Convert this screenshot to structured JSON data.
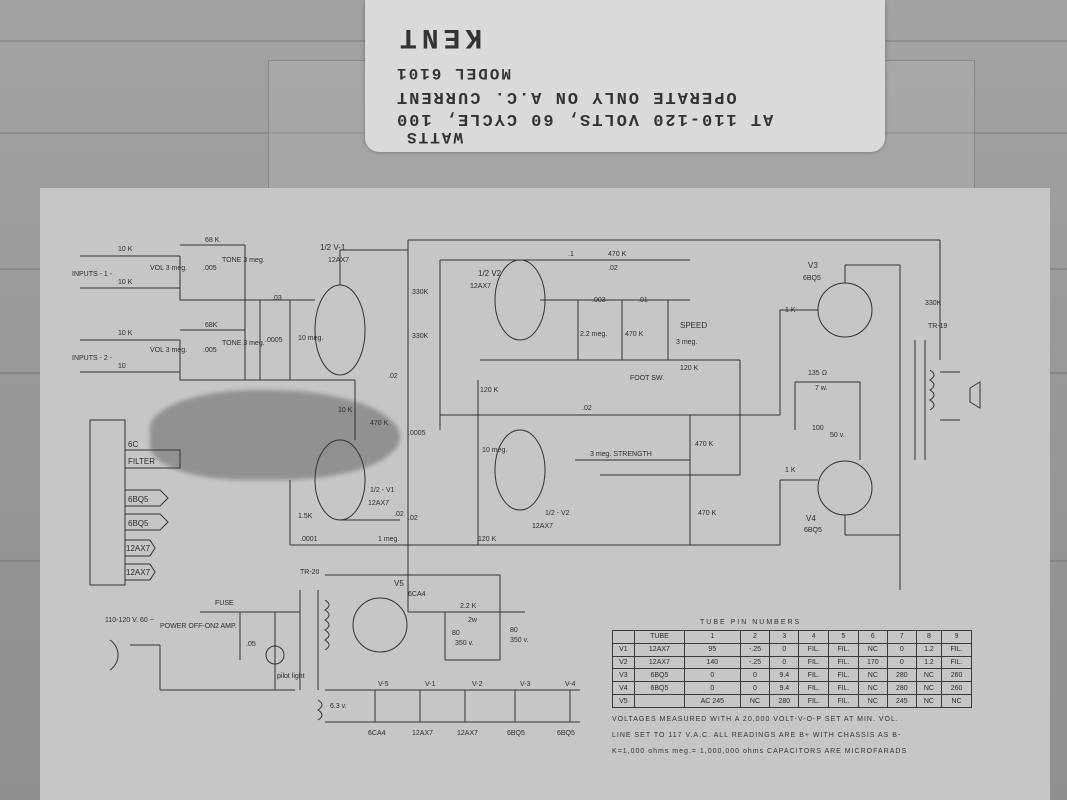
{
  "label_card": {
    "brand": "KENT",
    "model": "MODEL 6101",
    "line1": "OPERATE ONLY ON A.C. CURRENT",
    "line2": "AT 110-120 VOLTS, 60 CYCLE, 100",
    "line3": "WATTS"
  },
  "inputs": {
    "input1": "INPUTS - 1 -",
    "input2": "INPUTS - 2 -",
    "vol1": "VOL 3 meg.",
    "vol2": "VOL 3 meg.",
    "tone1": "TONE 3 meg.",
    "tone2": "TONE 3 meg.",
    "r10k_a": "10 K",
    "r10k_b": "10 K",
    "r10k_c": "10 K",
    "r10k_d": "10",
    "r68k_a": "68 K",
    "r68k_b": "68K",
    "c005_a": ".005",
    "c005_b": ".005"
  },
  "v1": {
    "label": "1/2 V-1",
    "type": "12AX7",
    "label_b": "1/2 - V1",
    "type_b": "12AX7",
    "c03": ".03",
    "c0005": ".0005",
    "r10meg": "10 meg.",
    "r10k": "10 K",
    "r470k": "470 K",
    "c02a": ".02",
    "c02b": ".02",
    "c0005b": ".0005",
    "r15k": "1.5K",
    "c0001": ".0001",
    "r1meg": "1 meg."
  },
  "v2": {
    "label": "1/2 V2",
    "type": "12AX7",
    "label_b": "1/2 - V2",
    "type_b": "12AX7",
    "r330k_a": "330K",
    "r330k_b": "330K",
    "r120k_a": "120 K",
    "r10meg": "10 meg.",
    "r120k_b": "120 K",
    "c02": ".02",
    "c02b": ".02",
    "c1": ".1",
    "c02c": ".02",
    "r470k_top": "470 K",
    "c003": ".003",
    "c01": ".01",
    "r22meg": "2.2 meg.",
    "r470k": "470 K",
    "speed": "SPEED",
    "speed_val": "3 meg.",
    "r120k_c": "120 K",
    "foot": "FOOT SW.",
    "strength": "3 meg. STRENGTH",
    "r470k_b": "470 K",
    "r470k_c": "470 K"
  },
  "output": {
    "v3": "V3",
    "v3_type": "6BQ5",
    "v4": "V4",
    "v4_type": "6BQ5",
    "r1k_a": "1 K",
    "r1k_b": "1 K",
    "r135": "135 Ω",
    "r135w": "7 w.",
    "c100": "100",
    "c100v": "50 v.",
    "tr19": "TR-19",
    "r330k": "330K"
  },
  "tube_panel": {
    "items": [
      "6C",
      "FILTER",
      "6BQ5",
      "6BQ5",
      "12AX7",
      "12AX7"
    ]
  },
  "power": {
    "mains": "110-120 V. 60 ~",
    "switch": "POWER OFF-ON",
    "fuse": "FUSE",
    "fuse_val": "2 AMP.",
    "c05": ".05",
    "pilot": "pilot light",
    "tr20": "TR-20",
    "v5": "V5",
    "v5_type": "6CA4",
    "r22k": "2.2 K",
    "r2w": "2w",
    "c80a": "80",
    "c80av": "350 v.",
    "c80b": "80",
    "c80bv": "350 v.",
    "v63": "6.3 v.",
    "heaters": [
      "V-5",
      "V-1",
      "V-2",
      "V-3",
      "V-4"
    ],
    "heater_types": [
      "6CA4",
      "12AX7",
      "12AX7",
      "6BQ5",
      "6BQ5"
    ]
  },
  "pin_table": {
    "title": "TUBE PIN NUMBERS",
    "header": [
      "",
      "TUBE",
      "1",
      "2",
      "3",
      "4",
      "5",
      "6",
      "7",
      "8",
      "9"
    ],
    "rows": [
      [
        "V1",
        "12AX7",
        "95",
        "-.25",
        "0",
        "FIL.",
        "FIL.",
        "NC",
        "0",
        "1.2",
        "FIL."
      ],
      [
        "V2",
        "12AX7",
        "140",
        "-.25",
        "0",
        "FIL.",
        "FIL.",
        "170",
        "0",
        "1.2",
        "FIL."
      ],
      [
        "V3",
        "6BQ5",
        "0",
        "0",
        "9.4",
        "FIL.",
        "FIL.",
        "NC",
        "280",
        "NC",
        "260"
      ],
      [
        "V4",
        "6BQ5",
        "0",
        "0",
        "9.4",
        "FIL.",
        "FIL.",
        "NC",
        "280",
        "NC",
        "260"
      ],
      [
        "V5",
        "",
        "AC 245",
        "NC",
        "280",
        "FIL.",
        "FIL.",
        "NC",
        "245",
        "NC",
        "NC"
      ]
    ]
  },
  "notes": {
    "line1": "VOLTAGES MEASURED WITH A 20,000 VOLT-V-O-P SET AT MIN. VOL.",
    "line2": "LINE SET TO 117 V.A.C. ALL READINGS ARE B+ WITH CHASSIS AS B-",
    "line3": "K=1,000 ohms meg.= 1,000,000 ohms CAPACITORS ARE MICROFARADS"
  }
}
